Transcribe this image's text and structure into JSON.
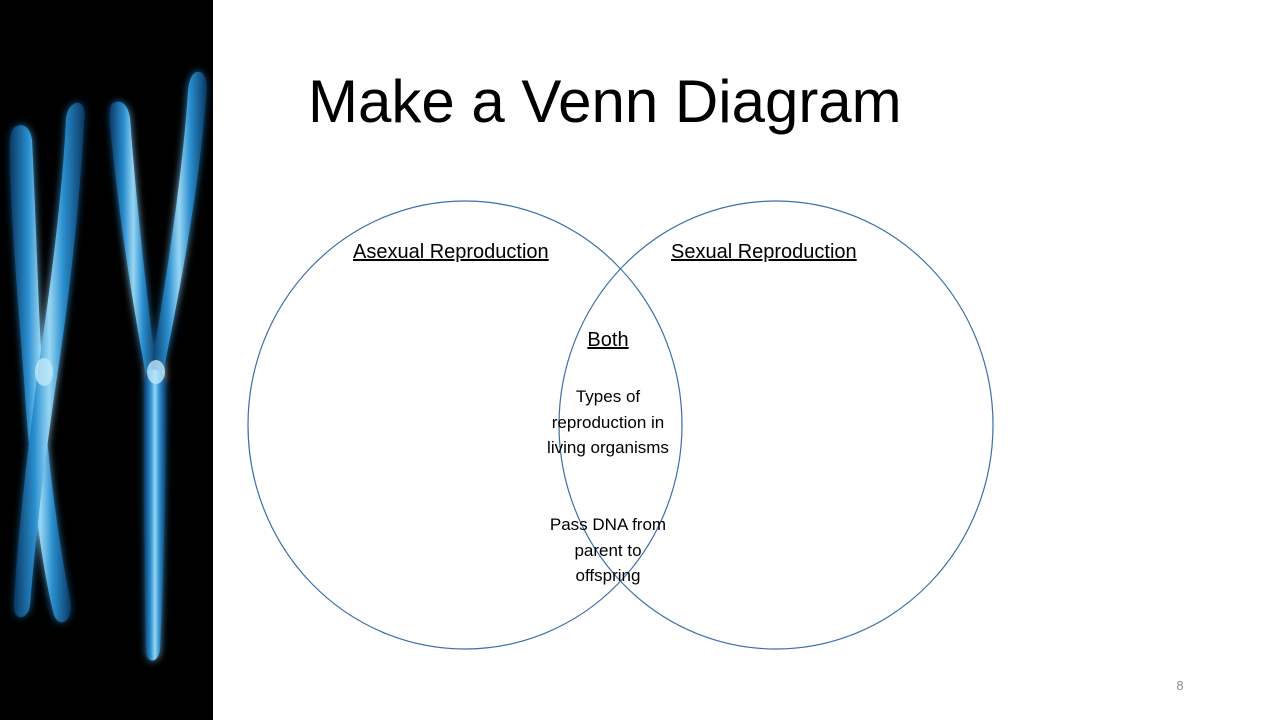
{
  "slide": {
    "title": "Make a Venn Diagram",
    "page_number": "8"
  },
  "venn": {
    "left_label": "Asexual Reproduction",
    "right_label": "Sexual Reproduction",
    "overlap_label": "Both",
    "overlap_items": [
      "Types of reproduction in living organisms",
      "Pass DNA from parent to offspring"
    ],
    "circle_stroke_color": "#3d6fa6"
  },
  "image": {
    "subject": "chromosome-xy-image",
    "glow_color": "#3aa8e0"
  }
}
